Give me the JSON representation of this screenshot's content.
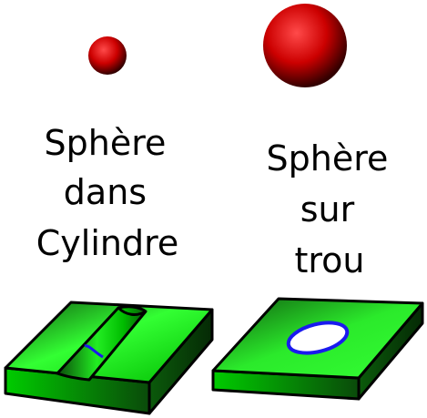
{
  "panels": [
    {
      "caption_lines": [
        "Sphère",
        "dans",
        "Cylindre"
      ],
      "sphere_color": "#cc0000",
      "block_color": "#00cc00"
    },
    {
      "caption_lines": [
        "Sphère",
        "sur",
        "trou"
      ],
      "sphere_color": "#cc0000",
      "block_color": "#00cc00",
      "ring_color": "#1a1aee"
    }
  ]
}
